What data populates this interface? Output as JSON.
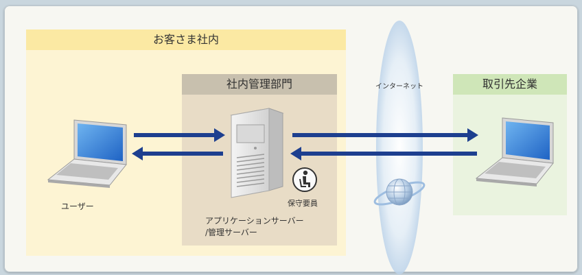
{
  "zones": {
    "customer_site": "お客さま社内",
    "it_department": "社内管理部門",
    "partner": "取引先企業"
  },
  "labels": {
    "internet": "インターネット",
    "user": "ユーザー",
    "maintenance_staff": "保守要員",
    "server_line1": "アプリケーションサーバー",
    "server_line2": "/管理サーバー"
  },
  "icons": {
    "user_device": "laptop-icon",
    "server": "server-tower-icon",
    "staff": "person-seated-icon",
    "network": "globe-icon",
    "partner_device": "laptop-icon"
  },
  "colors": {
    "arrow": "#1d3f8f",
    "customer_zone": "#fdf4d3",
    "customer_header": "#fbe9a3",
    "it_zone": "#e8dcc6",
    "it_header": "#c8c0ae",
    "partner_zone": "#eaf3df",
    "partner_header": "#cfe6b8"
  }
}
